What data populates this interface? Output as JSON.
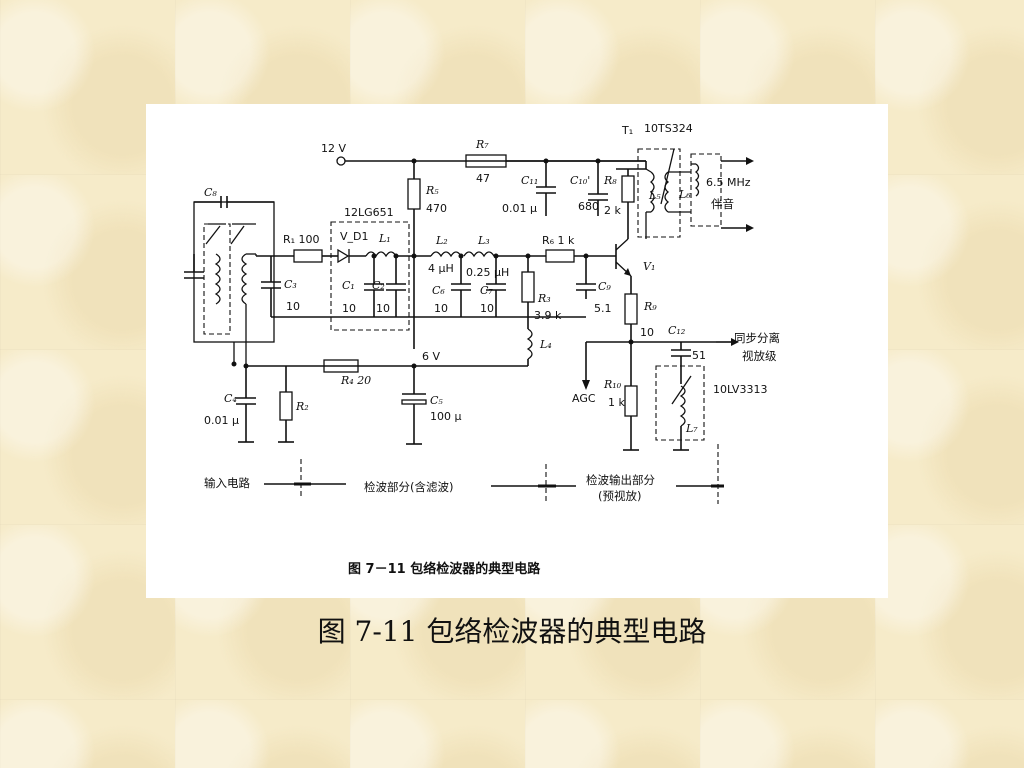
{
  "slide": {
    "caption": "图 7-11 包络检波器的典型电路"
  },
  "figure": {
    "caption": "图 7－11   包络检波器的典型电路",
    "supply": "12 V",
    "node_6v": "6 V",
    "ic_label": "12LG651",
    "transformer_t1": "T₁",
    "transformer_part": "10TS324",
    "sound_out_1": "6.5 MHz",
    "sound_out_2": "伴音",
    "sync_out_1": "同步分离",
    "sync_out_2": "视放级",
    "agc": "AGC",
    "coil_part": "10LV3313",
    "transistor": "V₁",
    "section_input": "输入电路",
    "section_detect": "检波部分(含滤波)",
    "section_output_1": "检波输出部分",
    "section_output_2": "(预视放)",
    "components": {
      "r1": "R₁ 100",
      "r2": "R₂",
      "r3": "R₃",
      "r3v": "3.9 k",
      "r4": "R₄ 20",
      "r5": "R₅",
      "r5v": "470",
      "r6": "R₆  1 k",
      "r7": "R₇",
      "r7v": "47",
      "r8": "R₈",
      "r8v": "2 k",
      "r9": "R₉",
      "r9v": "10",
      "r10": "R₁₀",
      "r10v": "1 k",
      "c1": "C₁",
      "c1v": "10",
      "c2": "C₂",
      "c2v": "10",
      "c3": "C₃",
      "c3v": "10",
      "c4": "C₄",
      "c4v": "0.01 μ",
      "c5": "C₅",
      "c5v": "100 μ",
      "c6": "C₆",
      "c6v": "10",
      "c7": "C₇",
      "c7v": "10",
      "c8": "C₈",
      "c9": "C₉",
      "c9v": "5.1",
      "c10": "C₁₀'",
      "c10v": "680",
      "c11": "C₁₁",
      "c11v": "0.01 μ",
      "c12": "C₁₂",
      "c12v": "51",
      "l1": "L₁",
      "l2": "L₂",
      "l2v": "4 μH",
      "l3": "L₃",
      "l3v": "0.25 μH",
      "l4": "L₄",
      "l5": "L₅",
      "l6": "L₆",
      "l7": "L₇",
      "vd1": "V_D1"
    }
  }
}
